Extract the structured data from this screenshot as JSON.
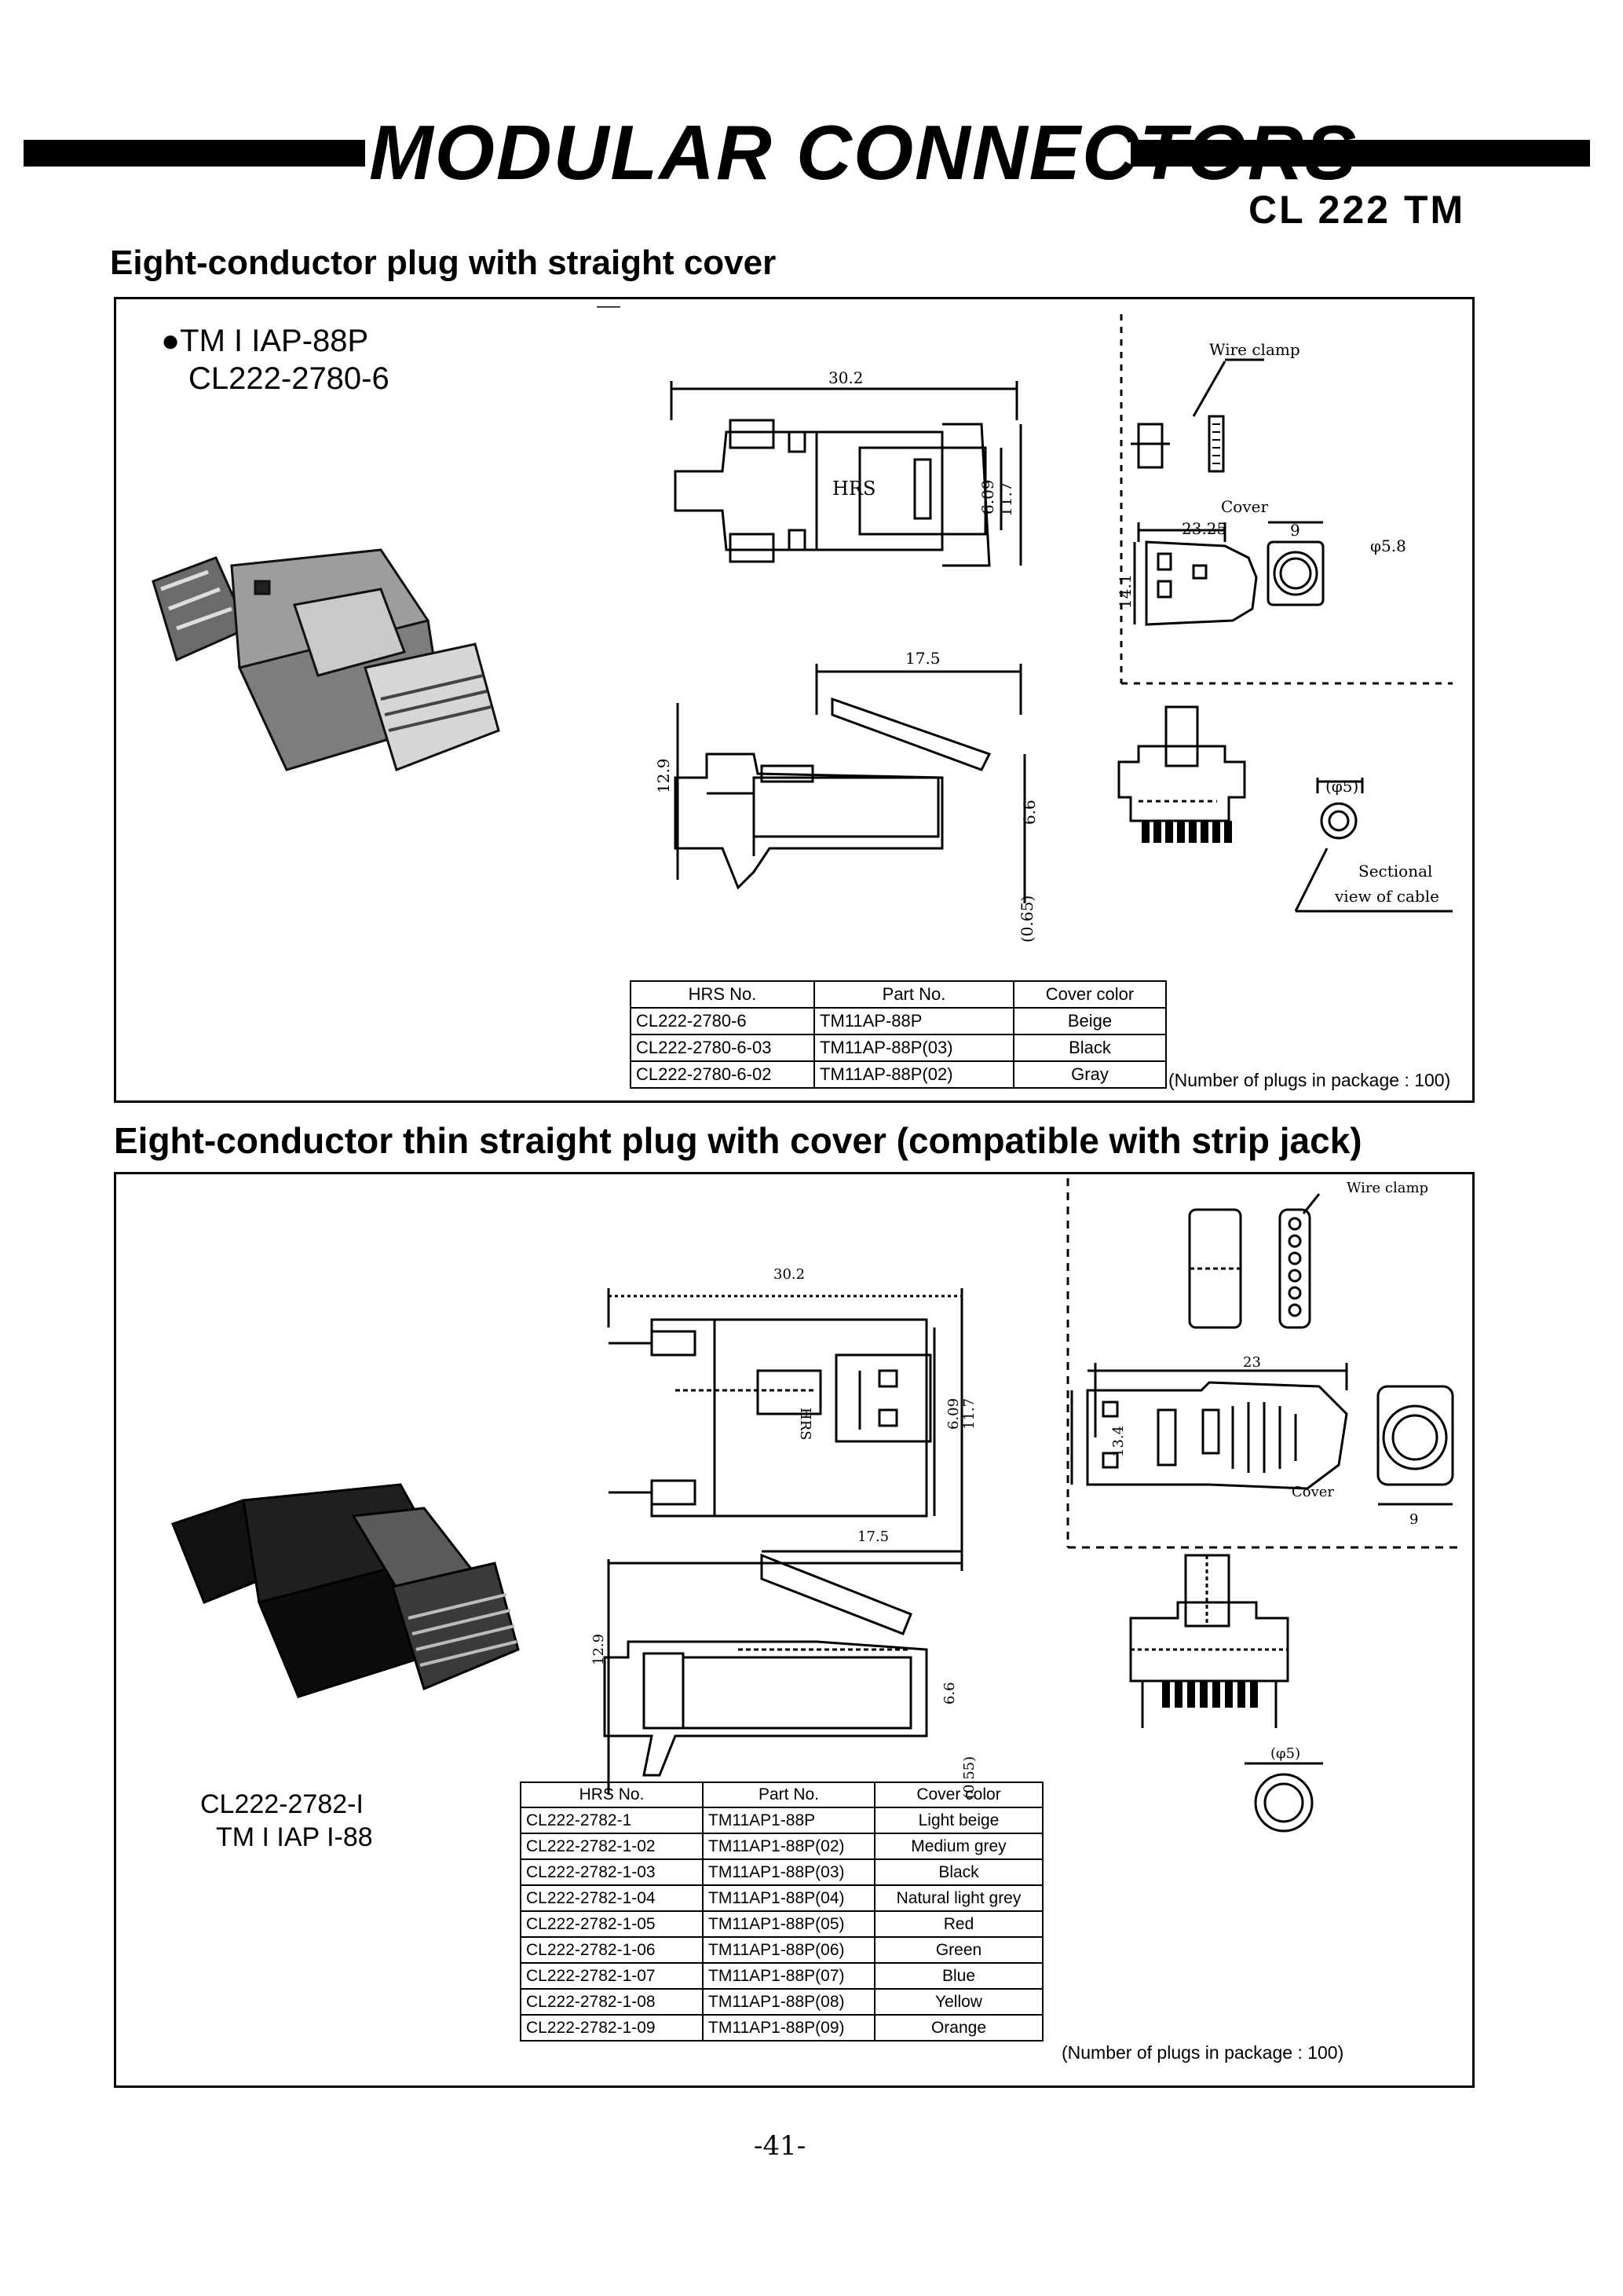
{
  "header": {
    "title": "MODULAR CONNECTORS",
    "series": "CL 222 TM"
  },
  "section1": {
    "title": "Eight-conductor plug with straight cover",
    "part_label": "●TM I IAP-88P",
    "hrs_label": "CL222-2780-6",
    "drawing": {
      "dim_length": "30.2",
      "dim_h1": "6.09",
      "dim_h2": "11.7",
      "dim_side_len": "17.5",
      "dim_side_h": "12.9",
      "dim_side_h2": "6.6",
      "dim_side_h3": "(0.65)",
      "logo": "HRS",
      "wire_clamp_label": "Wire clamp",
      "cover_label": "Cover",
      "cover_len": "23.25",
      "cover_h": "14.1",
      "cover_w": "9",
      "cover_dia": "φ5.8",
      "cable_dia": "(φ5)",
      "sectional_label": "Sectional",
      "sectional_label2": "view of cable"
    },
    "table": {
      "headers": [
        "HRS No.",
        "Part No.",
        "Cover color"
      ],
      "rows": [
        [
          "CL222-2780-6",
          "TM11AP-88P",
          "Beige"
        ],
        [
          "CL222-2780-6-03",
          "TM11AP-88P(03)",
          "Black"
        ],
        [
          "CL222-2780-6-02",
          "TM11AP-88P(02)",
          "Gray"
        ]
      ]
    },
    "note": "(Number of plugs in package : 100)"
  },
  "section2": {
    "title": "Eight-conductor thin straight plug with cover (compatible with strip jack)",
    "hrs_label": "CL222-2782-I",
    "part_label": "TM I IAP I-88",
    "drawing": {
      "dim_length": "30.2",
      "dim_h1": "6.09",
      "dim_h2": "11.7",
      "dim_side_len": "17.5",
      "dim_side_h": "12.9",
      "dim_side_h2": "6.6",
      "dim_side_h3": "(0.55)",
      "logo": "HRS",
      "wire_clamp_label": "Wire clamp",
      "cover_label": "Cover",
      "cover_len": "23",
      "cover_h": "13.4",
      "cover_w": "9",
      "cable_dia": "(φ5)"
    },
    "table": {
      "headers": [
        "HRS No.",
        "Part No.",
        "Cover color"
      ],
      "rows": [
        [
          "CL222-2782-1",
          "TM11AP1-88P",
          "Light beige"
        ],
        [
          "CL222-2782-1-02",
          "TM11AP1-88P(02)",
          "Medium grey"
        ],
        [
          "CL222-2782-1-03",
          "TM11AP1-88P(03)",
          "Black"
        ],
        [
          "CL222-2782-1-04",
          "TM11AP1-88P(04)",
          "Natural light grey"
        ],
        [
          "CL222-2782-1-05",
          "TM11AP1-88P(05)",
          "Red"
        ],
        [
          "CL222-2782-1-06",
          "TM11AP1-88P(06)",
          "Green"
        ],
        [
          "CL222-2782-1-07",
          "TM11AP1-88P(07)",
          "Blue"
        ],
        [
          "CL222-2782-1-08",
          "TM11AP1-88P(08)",
          "Yellow"
        ],
        [
          "CL222-2782-1-09",
          "TM11AP1-88P(09)",
          "Orange"
        ]
      ]
    },
    "note": "(Number of plugs in package : 100)"
  },
  "page_number": "-41-"
}
